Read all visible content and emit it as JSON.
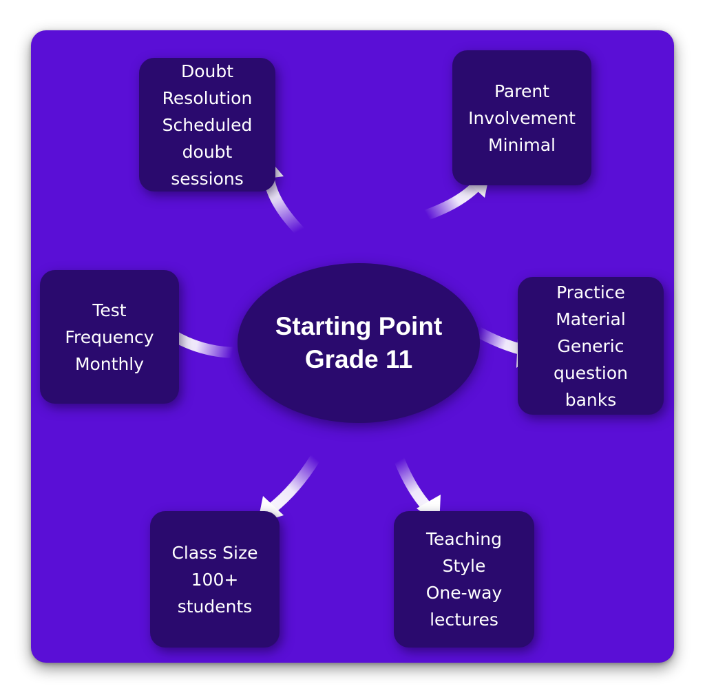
{
  "hub": {
    "title": "Starting Point",
    "subtitle": "Grade 11"
  },
  "nodes": {
    "doubt": [
      "Doubt",
      "Resolution",
      "Scheduled",
      "doubt",
      "sessions"
    ],
    "parent": [
      "Parent",
      "Involvement",
      "Minimal"
    ],
    "test": [
      "Test",
      "Frequency",
      "Monthly"
    ],
    "practice": [
      "Practice",
      "Material",
      "Generic",
      "question",
      "banks"
    ],
    "class_size": [
      "Class Size",
      "100+",
      "students"
    ],
    "teaching": [
      "Teaching",
      "Style",
      "One-way",
      "lectures"
    ]
  },
  "colors": {
    "background": "#5a0fd6",
    "node_fill": "#2a0a6e",
    "text": "#ffffff",
    "arrow": "#ffffff"
  }
}
